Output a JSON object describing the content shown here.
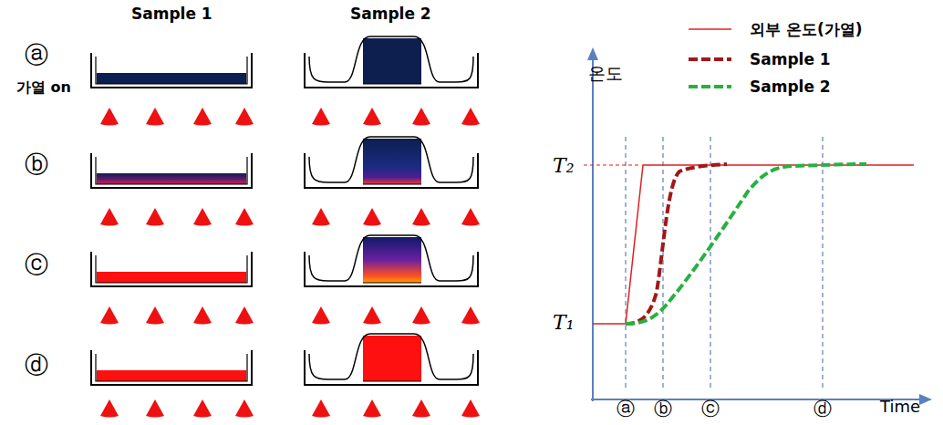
{
  "diagram": {
    "labels": [
      "Sample 1",
      "Sample 2",
      "ⓐ",
      "가열 on",
      "ⓑ",
      "ⓒ",
      "ⓓ",
      "온도",
      "T₂",
      "T₁",
      "ⓐ",
      "ⓑ",
      "ⓒ",
      "ⓓ",
      "Time"
    ],
    "legend": [
      {
        "text": "외부 온도(가열)"
      },
      {
        "text": "Sample 1"
      },
      {
        "text": "Sample 2"
      }
    ]
  }
}
